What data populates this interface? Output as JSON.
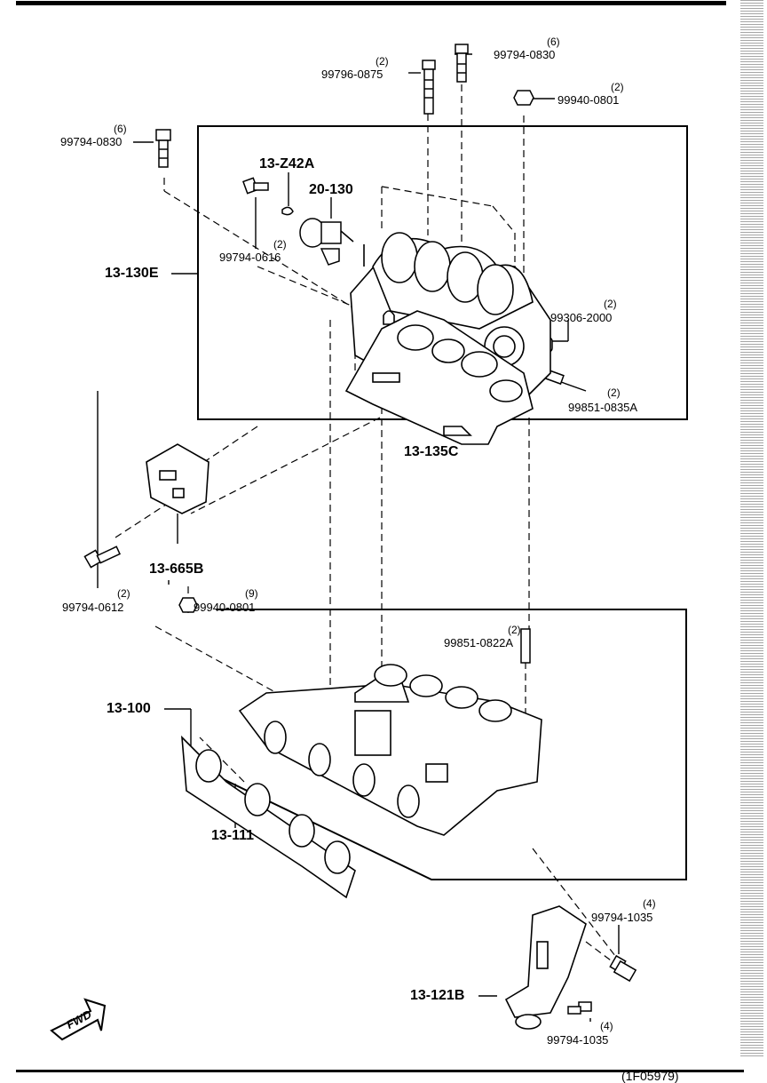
{
  "labels": {
    "b1_qty": "(2)",
    "b1_pn": "99796-0875",
    "b2_qty": "(6)",
    "b2_pn": "99794-0830",
    "n1_qty": "(2)",
    "n1_pn": "99940-0801",
    "b3_qty": "(6)",
    "b3_pn": "99794-0830",
    "p_13z42a": "13-Z42A",
    "p_20130": "20-130",
    "b4_pn": "99794-0616",
    "b4_qty": "(2)",
    "p_13130e": "13-130E",
    "c1_qty": "(2)",
    "c1_pn": "99306-2000",
    "s1_qty": "(2)",
    "s1_pn": "99851-0835A",
    "p_13135c": "13-135C",
    "p_13665b": "13-665B",
    "b5_qty": "(2)",
    "b5_pn": "99794-0612",
    "n2_qty": "(9)",
    "n2_pn": "99940-0801",
    "s2_qty": "(2)",
    "s2_pn": "99851-0822A",
    "p_13100": "13-100",
    "p_13111": "13-111",
    "b6_qty": "(4)",
    "b6_pn": "99794-1035",
    "p_13121b": "13-121B",
    "b7_qty": "(4)",
    "b7_pn": "99794-1035",
    "fwd": "FWD",
    "footer": "(1F05979)"
  }
}
